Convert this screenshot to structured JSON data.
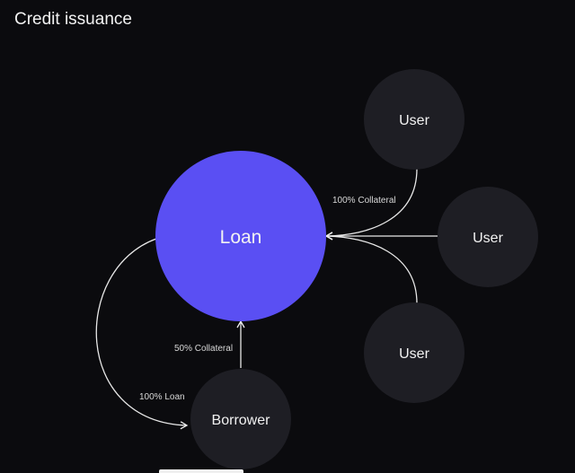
{
  "title": "Credit issuance",
  "nodes": {
    "loan": "Loan",
    "user_top": "User",
    "user_right": "User",
    "user_bottom": "User",
    "borrower": "Borrower"
  },
  "edges": {
    "users_to_loan": "100% Collateral",
    "borrower_to_loan": "50% Collateral",
    "loan_to_borrower": "100% Loan"
  },
  "colors": {
    "loan": "#5a4ff3",
    "node": "#1e1e24",
    "background": "#0b0b0e"
  }
}
